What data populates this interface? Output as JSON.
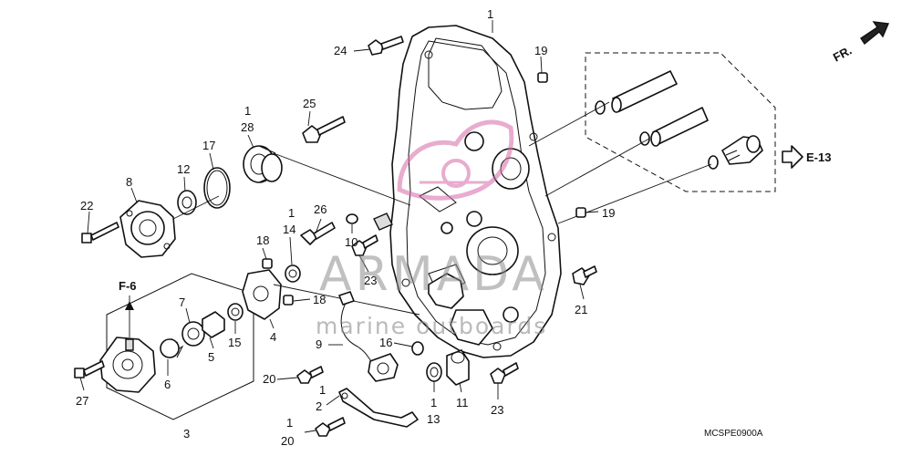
{
  "diagram": {
    "code": "MCSPE0900A",
    "labels": {
      "p1_top": "1",
      "p24": "24",
      "p19a": "19",
      "p25": "25",
      "p1b": "1",
      "p28": "28",
      "p17": "17",
      "p12": "12",
      "p8": "8",
      "p22": "22",
      "p1c": "1",
      "p14": "14",
      "p26": "26",
      "p10": "10",
      "p18a": "18",
      "p18b": "18",
      "p23a": "23",
      "p7": "7",
      "p5": "5",
      "p15": "15",
      "p4": "4",
      "p6": "6",
      "p27": "27",
      "p3": "3",
      "p9": "9",
      "p16": "16",
      "p20a": "20",
      "p1d": "1",
      "p2": "2",
      "p1e": "1",
      "p20b": "20",
      "p1f": "1",
      "p13": "13",
      "p11": "11",
      "p23b": "23",
      "p19b": "19",
      "p21": "21"
    },
    "refs": {
      "fr": "FR.",
      "e13": "E-13",
      "f6": "F-6"
    },
    "watermark": {
      "brand": "ARMADA",
      "tagline": "marine outboards"
    }
  }
}
